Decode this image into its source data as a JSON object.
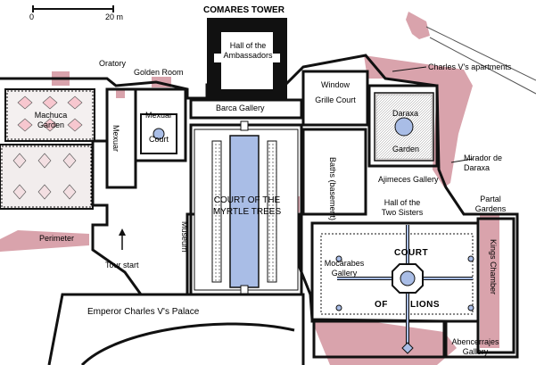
{
  "scale": {
    "start": "0",
    "end": "20 m"
  },
  "labels": {
    "comares_tower": "COMARES TOWER",
    "hall_ambassadors_1": "Hall of the",
    "hall_ambassadors_2": "Ambassadors",
    "oratory": "Oratory",
    "golden_room": "Golden Room",
    "charles_apartments": "Charles V's apartments",
    "machuca_1": "Machuca",
    "machuca_2": "Garden",
    "mexuar": "Mexuar",
    "mexuar_court_1": "Mexuar",
    "mexuar_court_2": "Court",
    "barca_gallery": "Barca Gallery",
    "window_grille_1": "Window",
    "window_grille_2": "Grille Court",
    "daraxa": "Daraxa",
    "garden": "Garden",
    "mirador_1": "Mirador de",
    "mirador_2": "Daraxa",
    "myrtle_1": "COURT OF THE",
    "myrtle_2": "MYRTLE TREES",
    "baths_1": "Baths",
    "baths_2": "(basement)",
    "ajimeces": "Ajimeces Gallery",
    "sisters_1": "Hall of the",
    "sisters_2": "Two Sisters",
    "partal_1": "Partal",
    "partal_2": "Gardens",
    "perimeter": "Perimeter",
    "museum": "Museum",
    "tour_start": "Tour start",
    "court": "COURT",
    "of": "OF",
    "lions": "LIONS",
    "mocarabes_1": "Mocárabes",
    "mocarabes_2": "Gallery",
    "kings_chamber": "Kings Chamber",
    "emperor_palace": "Emperor Charles V's Palace",
    "abencerrajes_1": "Abencerrajes",
    "abencerrajes_2": "Gallery"
  },
  "colors": {
    "wall": "#111111",
    "pink": "#d9a3ac",
    "water": "#a9bde6",
    "paper": "#ffffff"
  }
}
